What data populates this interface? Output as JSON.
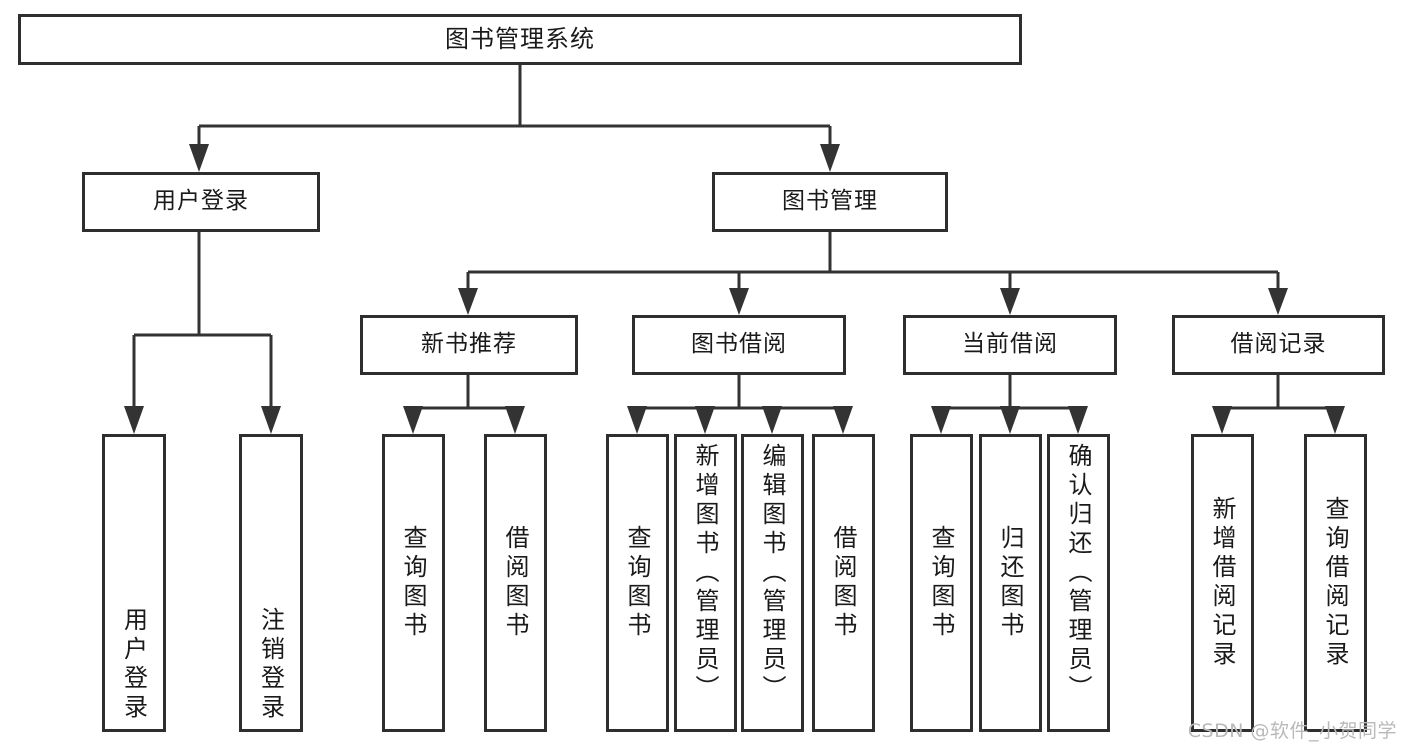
{
  "diagram": {
    "title": "图书管理系统",
    "type": "functional-structure-tree",
    "root": {
      "label": "图书管理系统",
      "children": [
        {
          "label": "用户登录",
          "children": [
            {
              "label": "用户登录"
            },
            {
              "label": "注销登录"
            }
          ]
        },
        {
          "label": "图书管理",
          "children": [
            {
              "label": "新书推荐",
              "children": [
                {
                  "label": "查询图书"
                },
                {
                  "label": "借阅图书"
                }
              ]
            },
            {
              "label": "图书借阅",
              "children": [
                {
                  "label": "查询图书"
                },
                {
                  "label": "新增图书（管理员）"
                },
                {
                  "label": "编辑图书（管理员）"
                },
                {
                  "label": "借阅图书"
                }
              ]
            },
            {
              "label": "当前借阅",
              "children": [
                {
                  "label": "查询图书"
                },
                {
                  "label": "归还图书"
                },
                {
                  "label": "确认归还（管理员）"
                }
              ]
            },
            {
              "label": "借阅记录",
              "children": [
                {
                  "label": "新增借阅记录"
                },
                {
                  "label": "查询借阅记录"
                }
              ]
            }
          ]
        }
      ]
    }
  },
  "nodes": {
    "root": "图书管理系统",
    "l1_user_login": "用户登录",
    "l1_book_mgmt": "图书管理",
    "l2_new_book": "新书推荐",
    "l2_borrow": "图书借阅",
    "l2_current": "当前借阅",
    "l2_record": "借阅记录",
    "leaf_user_login": "用户登录",
    "leaf_logout": "注销登录",
    "leaf_nb_query": "查询图书",
    "leaf_nb_borrow": "借阅图书",
    "leaf_bb_query": "查询图书",
    "leaf_bb_add": "新增图书（管理员）",
    "leaf_bb_edit": "编辑图书（管理员）",
    "leaf_bb_borrow": "借阅图书",
    "leaf_cb_query": "查询图书",
    "leaf_cb_return": "归还图书",
    "leaf_cb_confirm": "确认归还（管理员）",
    "leaf_rec_add": "新增借阅记录",
    "leaf_rec_query": "查询借阅记录"
  },
  "watermark": {
    "text": "CSDN @软件_小贺同学"
  },
  "colors": {
    "box_border": "#2e2e2e",
    "connector": "#333333",
    "background": "#ffffff",
    "text": "#1a1a1a",
    "watermark": "#b9b9b9"
  }
}
